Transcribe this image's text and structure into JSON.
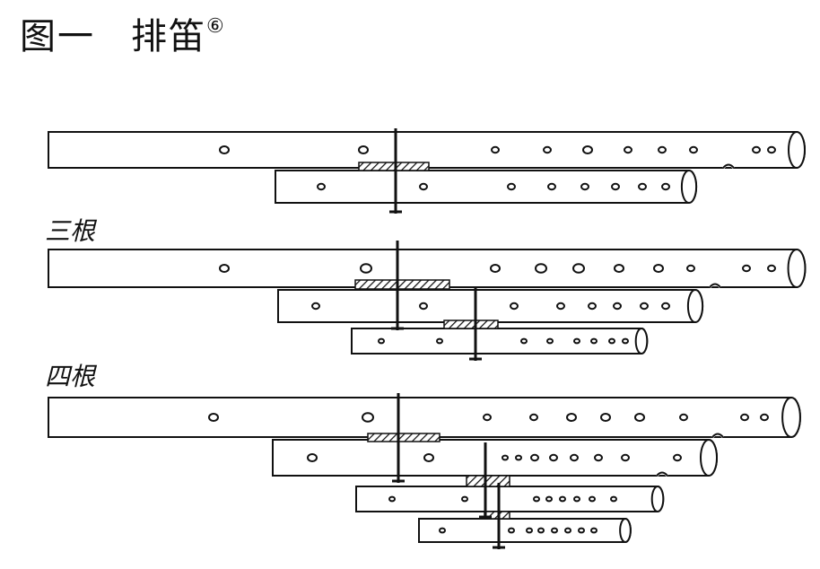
{
  "figure": {
    "number": "图一",
    "title": "排笛",
    "note_marker": "⑥"
  },
  "groups": [
    {
      "label": "",
      "flute_count": 2
    },
    {
      "label": "三根",
      "flute_count": 3
    },
    {
      "label": "四根",
      "flute_count": 4
    }
  ],
  "colors": {
    "ink": "#111111",
    "paper": "#ffffff"
  }
}
